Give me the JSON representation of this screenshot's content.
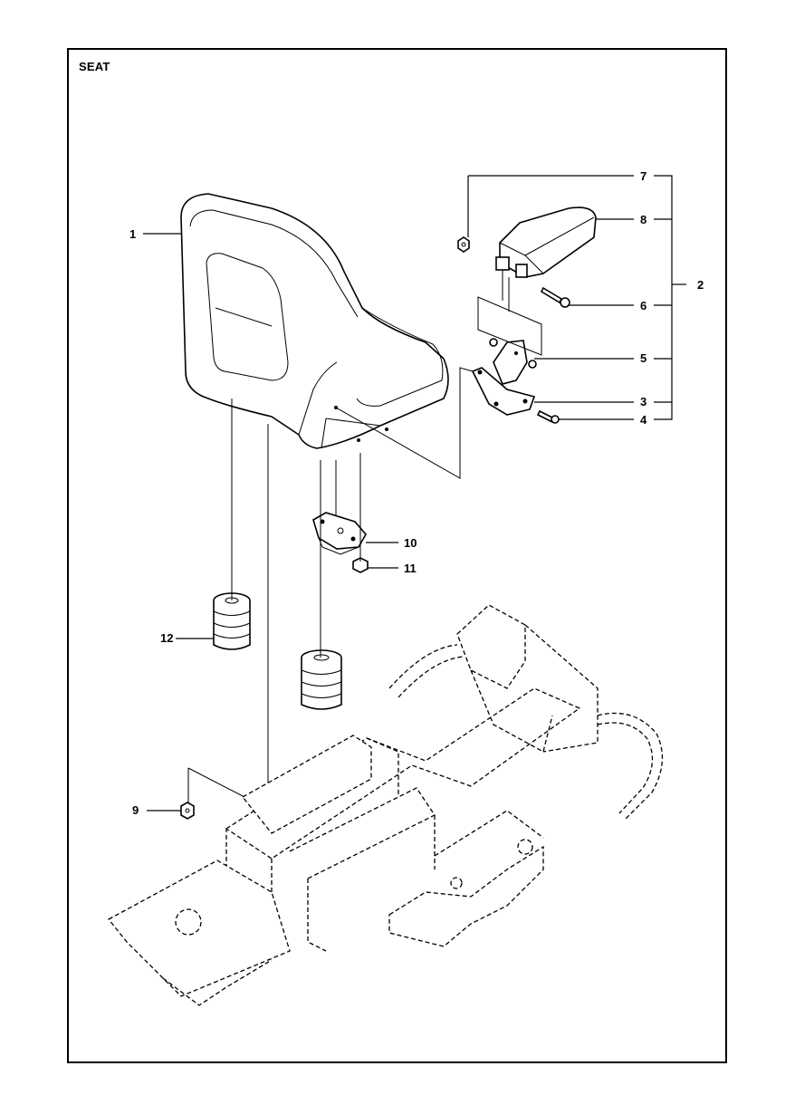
{
  "title": "SEAT",
  "callouts": {
    "c1": "1",
    "c2": "2",
    "c3": "3",
    "c4": "4",
    "c5": "5",
    "c6": "6",
    "c7": "7",
    "c8": "8",
    "c9": "9",
    "c10": "10",
    "c11": "11",
    "c12": "12"
  }
}
